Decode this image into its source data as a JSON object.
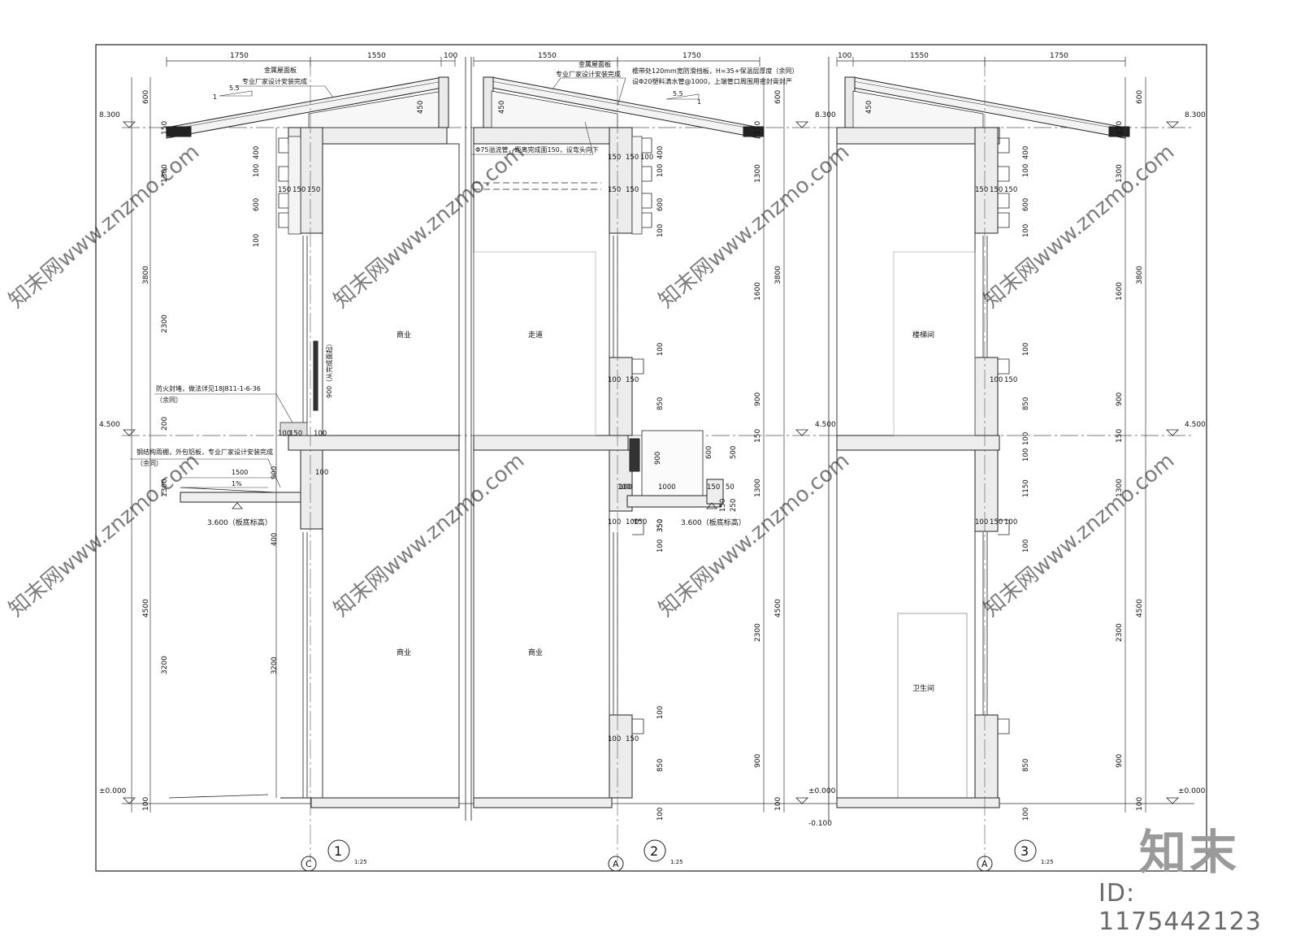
{
  "brand": {
    "logo_text": "知末",
    "id_label": "ID: 1175442123"
  },
  "watermark": "知末网www.znzmo.com",
  "elevations": {
    "roof": "8.300",
    "floor2": "4.500",
    "ground": "±0.000",
    "outside": "-0.100",
    "canopy_left": "3.600（板底标高）",
    "canopy_mid": "3.600（板底标高）"
  },
  "rooms": {
    "s1_upper": "商业",
    "s1_lower": "商业",
    "s2_upper": "走道",
    "s2_lower": "商业",
    "s3_upper": "楼梯间",
    "s3_lower": "卫生间"
  },
  "notes": {
    "roof_panel_1": "金属屋面板",
    "roof_panel_2": "专业厂家设计安装完成",
    "roof_panel_3": "金属屋面板",
    "roof_panel_4": "专业厂家设计安装完成",
    "eave_1": "檐带处120mm宽防滑挡板，H=35+保温层厚度（余同）",
    "eave_2": "设Φ20塑料滴水管@1000，上端管口周围用密封膏封严",
    "overflow": "Φ75溢流管，距离完成面150，设弯头向下",
    "fire_1": "防火封堵，做法详见18J811-1-6-36",
    "fire_2": "（余同）",
    "canopy_1": "钢结构雨棚，外包铝板，专业厂家设计安装完成",
    "canopy_2": "（余同）",
    "window_sill": "900（从完成面起）",
    "slope_left": "5.5",
    "slope_left_one": "1",
    "slope_right": "5.5",
    "slope_right_one": "1",
    "canopy_slope": "1%",
    "canopy_len": "1500"
  },
  "top_dims": {
    "s1": [
      "1750",
      "1550",
      "100"
    ],
    "s2": [
      "1550",
      "1750"
    ],
    "s3_a": "100",
    "s3": [
      "1550",
      "1750"
    ]
  },
  "left_dims": {
    "outer": [
      "600",
      "3800",
      "4500",
      "100"
    ],
    "inner": [
      "150",
      "1300",
      "2300",
      "200",
      "1300",
      "3200"
    ]
  },
  "s2_right_dims": {
    "outer": [
      "600",
      "3800",
      "4500",
      "100"
    ],
    "inner": [
      "150",
      "1300",
      "1600",
      "900",
      "150",
      "1300",
      "2300",
      "900"
    ]
  },
  "s3_right_dims": {
    "outer": [
      "600",
      "3800",
      "4500",
      "100"
    ],
    "inner": [
      "150",
      "1300",
      "1600",
      "900",
      "150",
      "1300",
      "2300",
      "900"
    ]
  },
  "s1_wall_dims": [
    "400",
    "100",
    "600",
    "100",
    "150",
    "150",
    "150",
    "100",
    "150",
    "100",
    "900",
    "100",
    "400",
    "3200",
    "450"
  ],
  "s2_wall_dims": [
    "400",
    "100",
    "600",
    "100",
    "150",
    "150",
    "100",
    "150",
    "150",
    "100",
    "100",
    "150",
    "850",
    "100",
    "100",
    "100",
    "150",
    "350",
    "100",
    "100",
    "100",
    "150",
    "850",
    "100",
    "450"
  ],
  "s3_wall_dims": [
    "400",
    "100",
    "600",
    "100",
    "150",
    "150",
    "150",
    "100",
    "150",
    "100",
    "850",
    "100",
    "100",
    "1150",
    "100",
    "150",
    "100",
    "100",
    "850",
    "100",
    "450"
  ],
  "s2_canopy_dims": [
    "900",
    "600",
    "500",
    "100",
    "1000",
    "150",
    "50",
    "150",
    "250",
    "350"
  ],
  "section_marks": {
    "s1": {
      "num": "1",
      "scale": "1:25",
      "axis": "C"
    },
    "s2": {
      "num": "2",
      "scale": "1:25",
      "axis": "A"
    },
    "s3": {
      "num": "3",
      "scale": "1:25",
      "axis": "A"
    }
  }
}
